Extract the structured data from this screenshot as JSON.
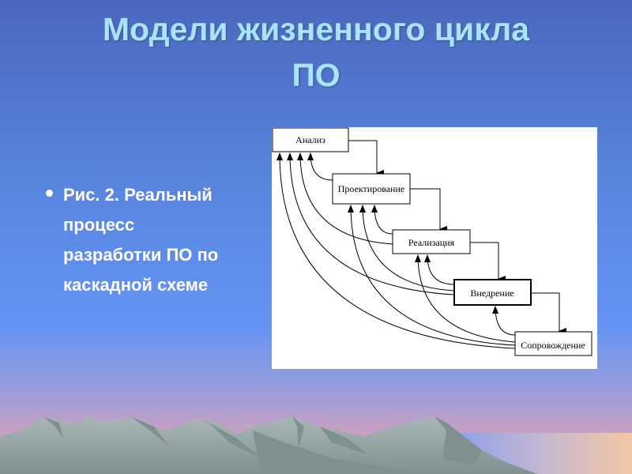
{
  "slide": {
    "title_line1": "Модели жизненного цикла",
    "title_line2": "ПО",
    "bullet": {
      "lines": [
        "Рис. 2. Реальный",
        "процесс",
        "разработки ПО по",
        "каскадной схеме"
      ]
    }
  },
  "diagram": {
    "stages": [
      "Анализ",
      "Проектирование",
      "Реализация",
      "Внедрение",
      "Сопровождение"
    ]
  }
}
